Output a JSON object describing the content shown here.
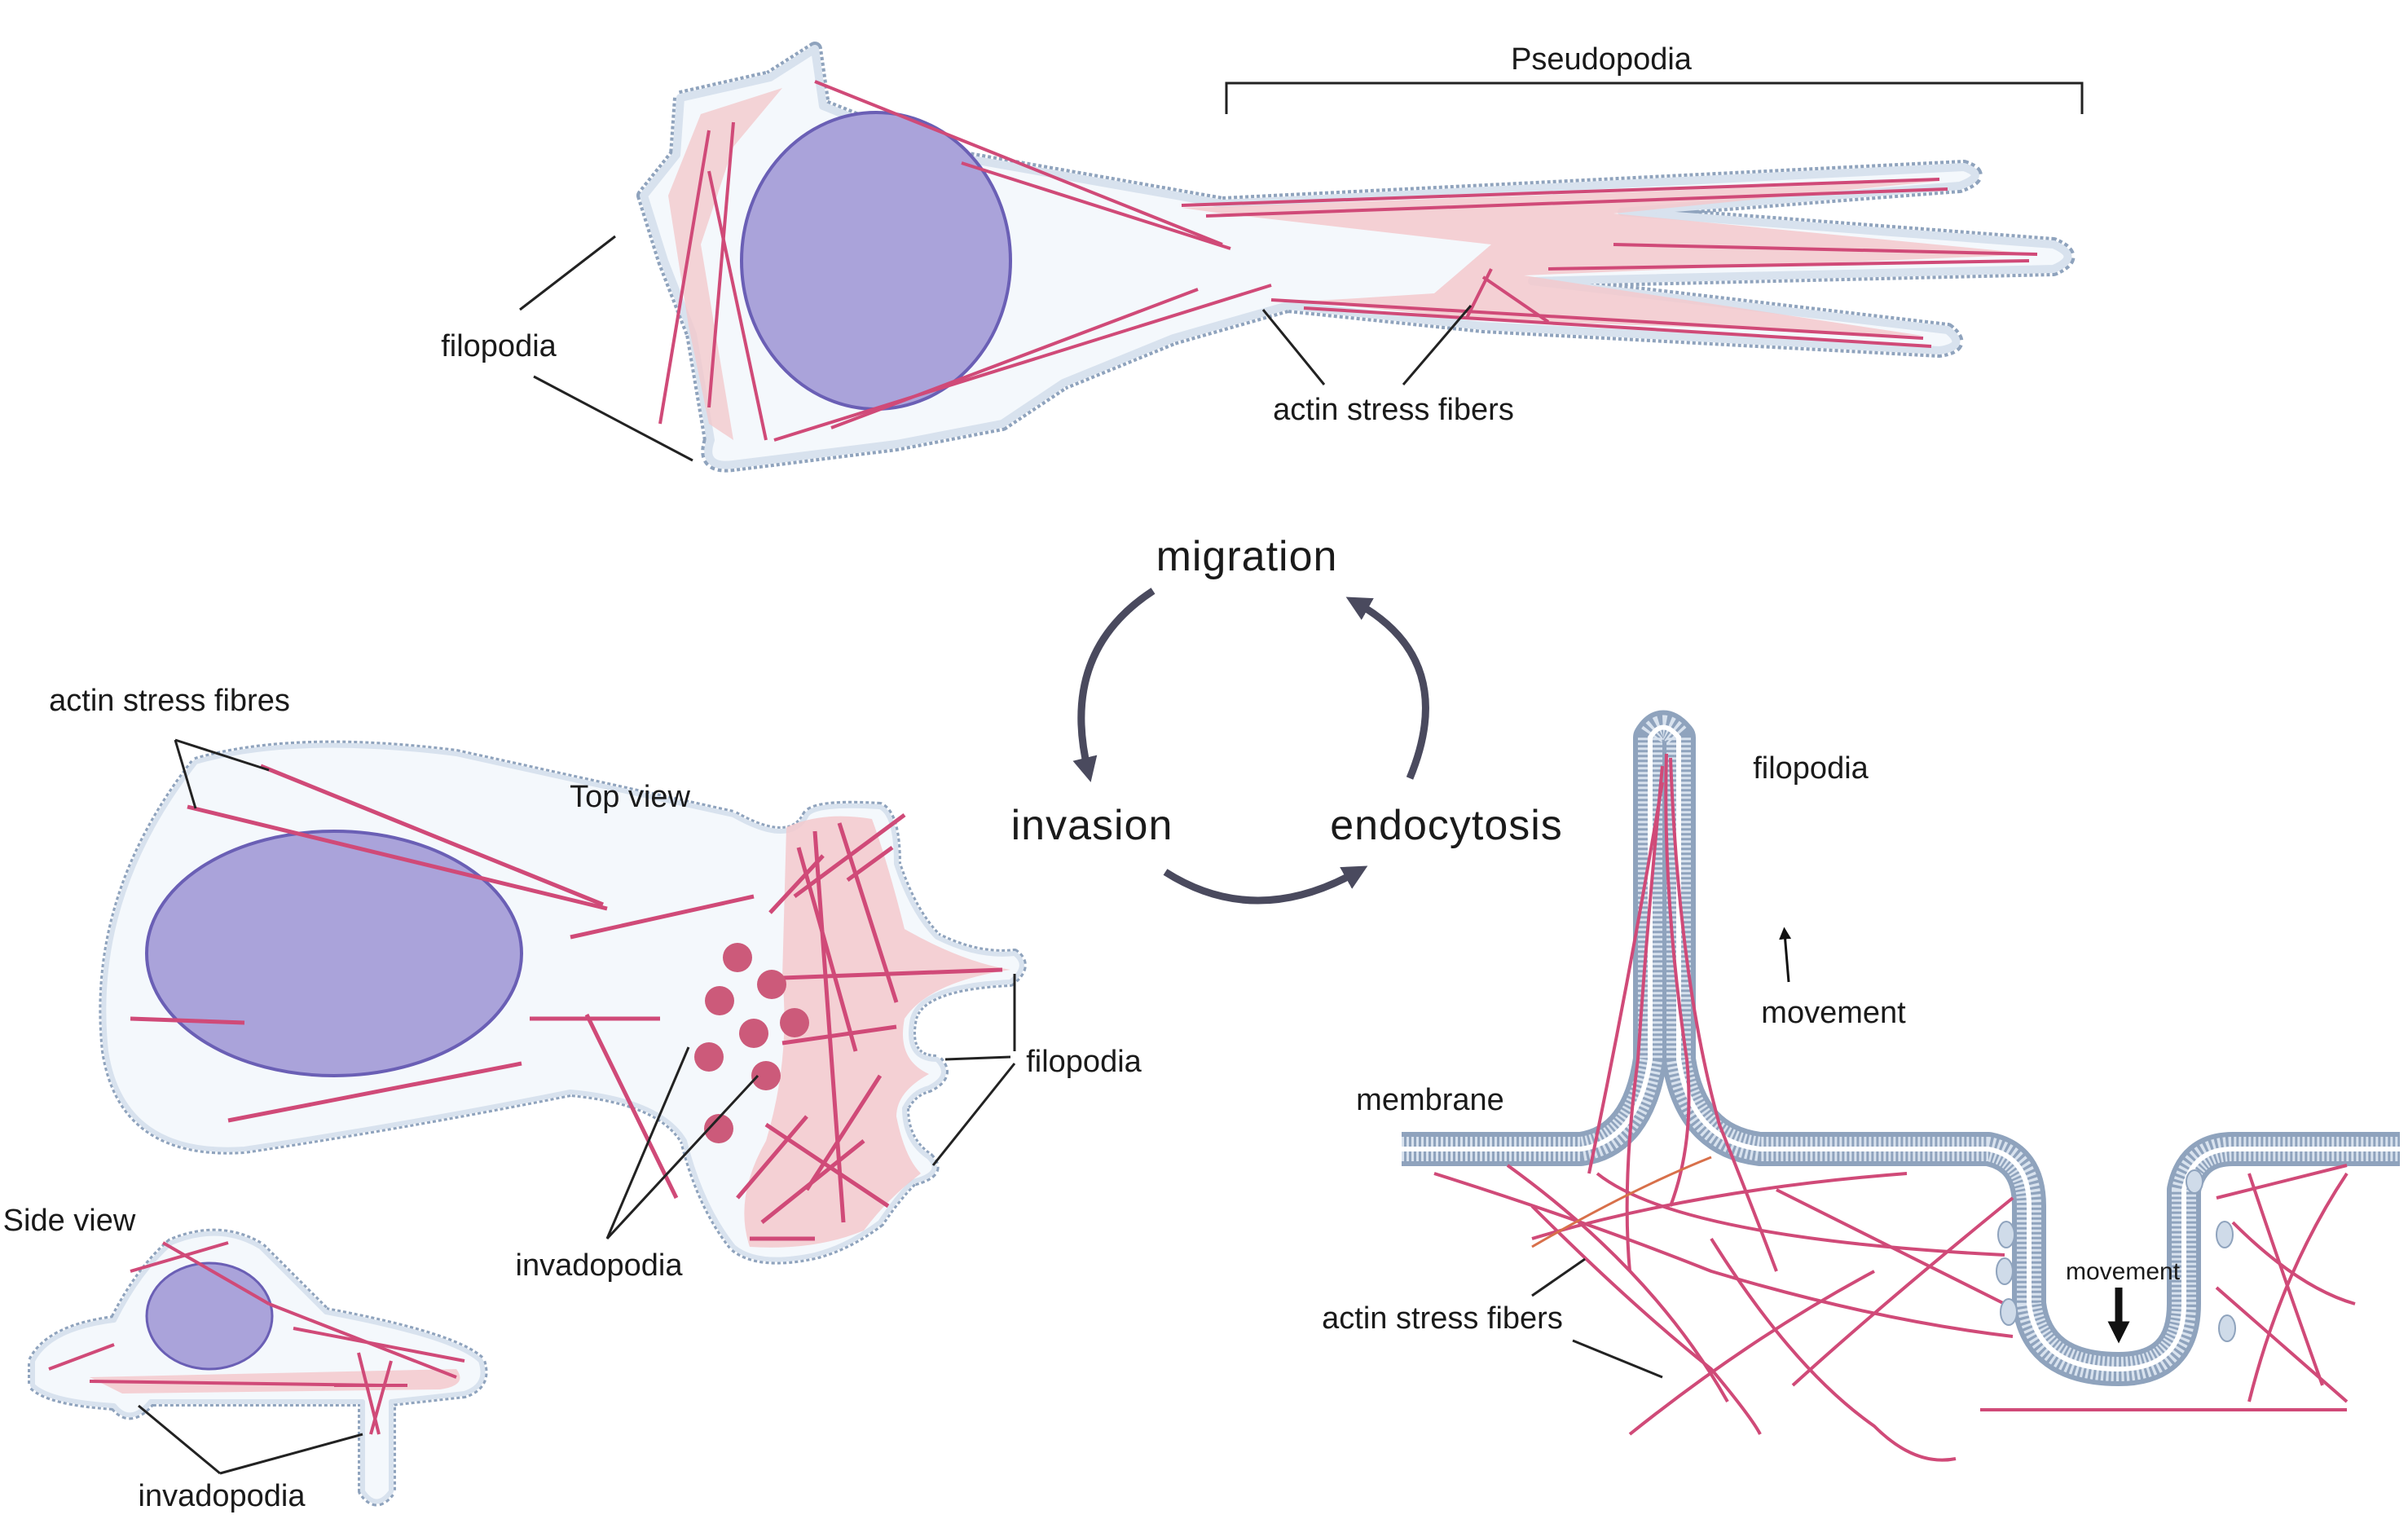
{
  "labels": {
    "pseudopodia": "Pseudopodia",
    "filopodia_top": "filopodia",
    "actin_stress_fibers_top": "actin stress fibers",
    "migration": "migration",
    "invasion": "invasion",
    "endocytosis": "endocytosis",
    "actin_stress_fibres_left": "actin stress fibres",
    "top_view": "Top view",
    "filopodia_mid": "filopodia",
    "invadopodia_mid": "invadopodia",
    "side_view": "Side view",
    "invadopodia_side": "invadopodia",
    "filopodia_right": "filopodia",
    "movement_up": "movement",
    "membrane": "membrane",
    "movement_down": "movement",
    "actin_stress_fibers_right": "actin stress fibers"
  },
  "colors": {
    "membrane_fill": "#d8e2ee",
    "membrane_stroke": "#8fa3bd",
    "cytoplasm": "#f4f8fc",
    "nucleus_fill": "#aaa3da",
    "nucleus_stroke": "#6a5fb5",
    "cortex": "#f3c9cc",
    "actin": "#d04a78",
    "actin_dark": "#a8335a",
    "arrow": "#4a4a5e",
    "vesicle": "#cfdbe9"
  }
}
